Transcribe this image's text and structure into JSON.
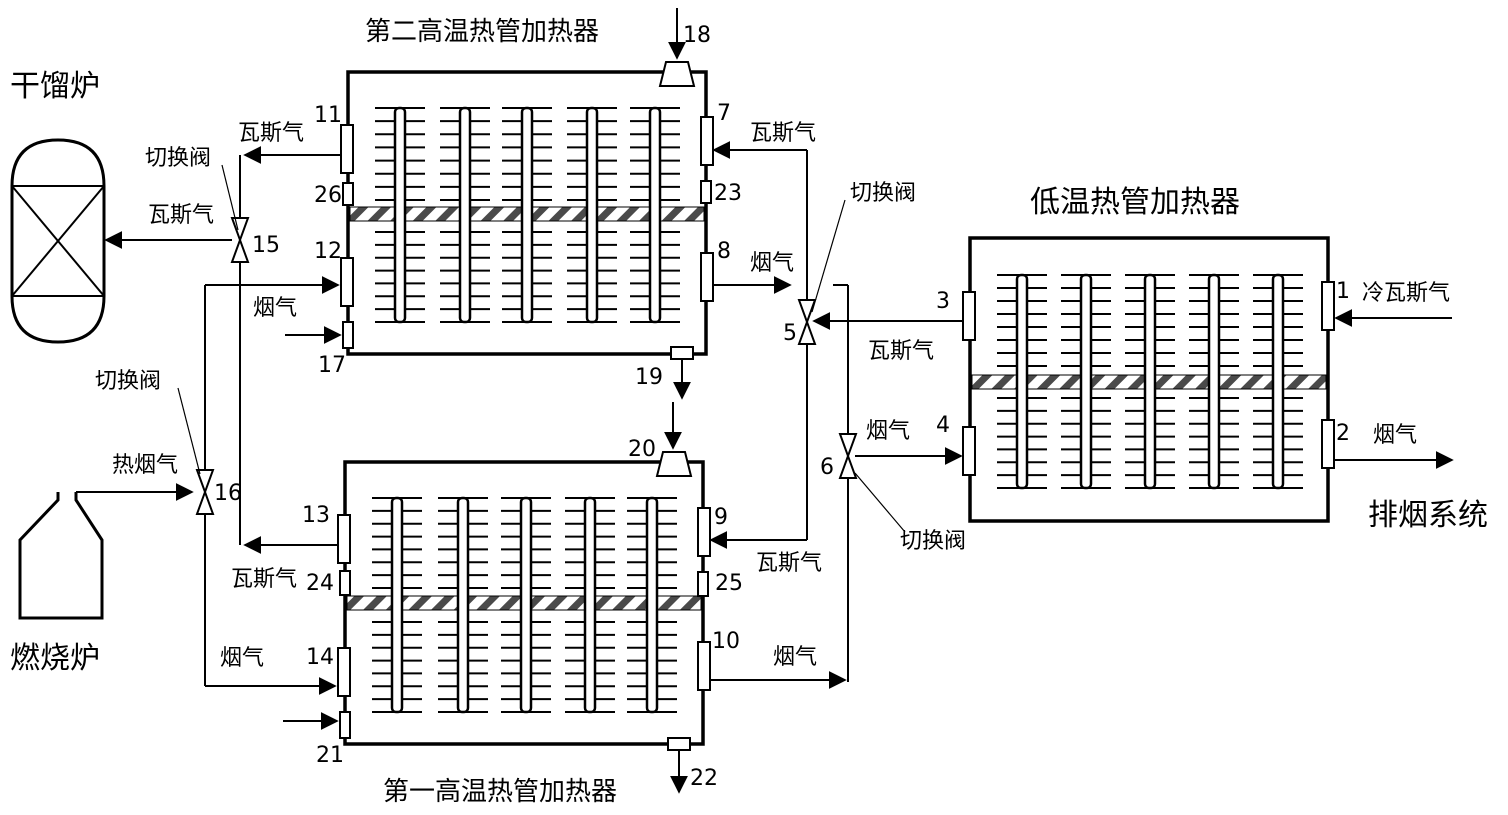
{
  "title_second": "第二高温热管加热器",
  "title_first": "第一高温热管加热器",
  "title_low": "低温热管加热器",
  "label_retort": "干馏炉",
  "label_burner": "燃烧炉",
  "label_exhaust": "排烟系统",
  "gas_labels": [
    "瓦斯气",
    "瓦斯气",
    "瓦斯气",
    "瓦斯气",
    "瓦斯气",
    "瓦斯气"
  ],
  "cold_gas": "冷瓦斯气",
  "flue_labels": [
    "烟气",
    "烟气",
    "烟气",
    "烟气",
    "烟气",
    "烟气"
  ],
  "hot_flue": "热烟气",
  "valve_labels": [
    "切换阀",
    "切换阀",
    "切换阀",
    "切换阀"
  ],
  "ports": [
    "1",
    "2",
    "3",
    "4",
    "5",
    "6",
    "7",
    "8",
    "9",
    "10",
    "11",
    "12",
    "13",
    "14",
    "15",
    "16",
    "17",
    "18",
    "19",
    "20",
    "21",
    "22",
    "23",
    "24",
    "25",
    "26"
  ]
}
